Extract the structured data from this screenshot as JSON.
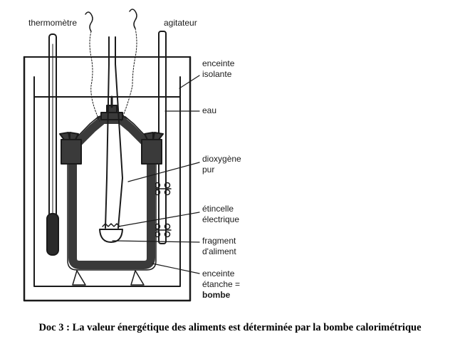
{
  "labels": {
    "thermometre": "thermomètre",
    "agitateur": "agitateur",
    "enceinte_isolante_1": "enceinte",
    "enceinte_isolante_2": "isolante",
    "eau": "eau",
    "dioxygene_1": "dioxygène",
    "dioxygene_2": "pur",
    "etincelle_1": "étincelle",
    "etincelle_2": "électrique",
    "fragment_1": "fragment",
    "fragment_2": "d'aliment",
    "enceinte_etanche_1": "enceinte",
    "enceinte_etanche_2": "étanche =",
    "enceinte_etanche_3": "bombe"
  },
  "caption": "Doc 3 : La valeur énergétique des aliments est déterminée par la bombe calorimétrique",
  "colors": {
    "ink": "#1a1a1a",
    "bomb_wall": "#3a3a3a",
    "water": "#ffffff",
    "caption": "#000000"
  }
}
